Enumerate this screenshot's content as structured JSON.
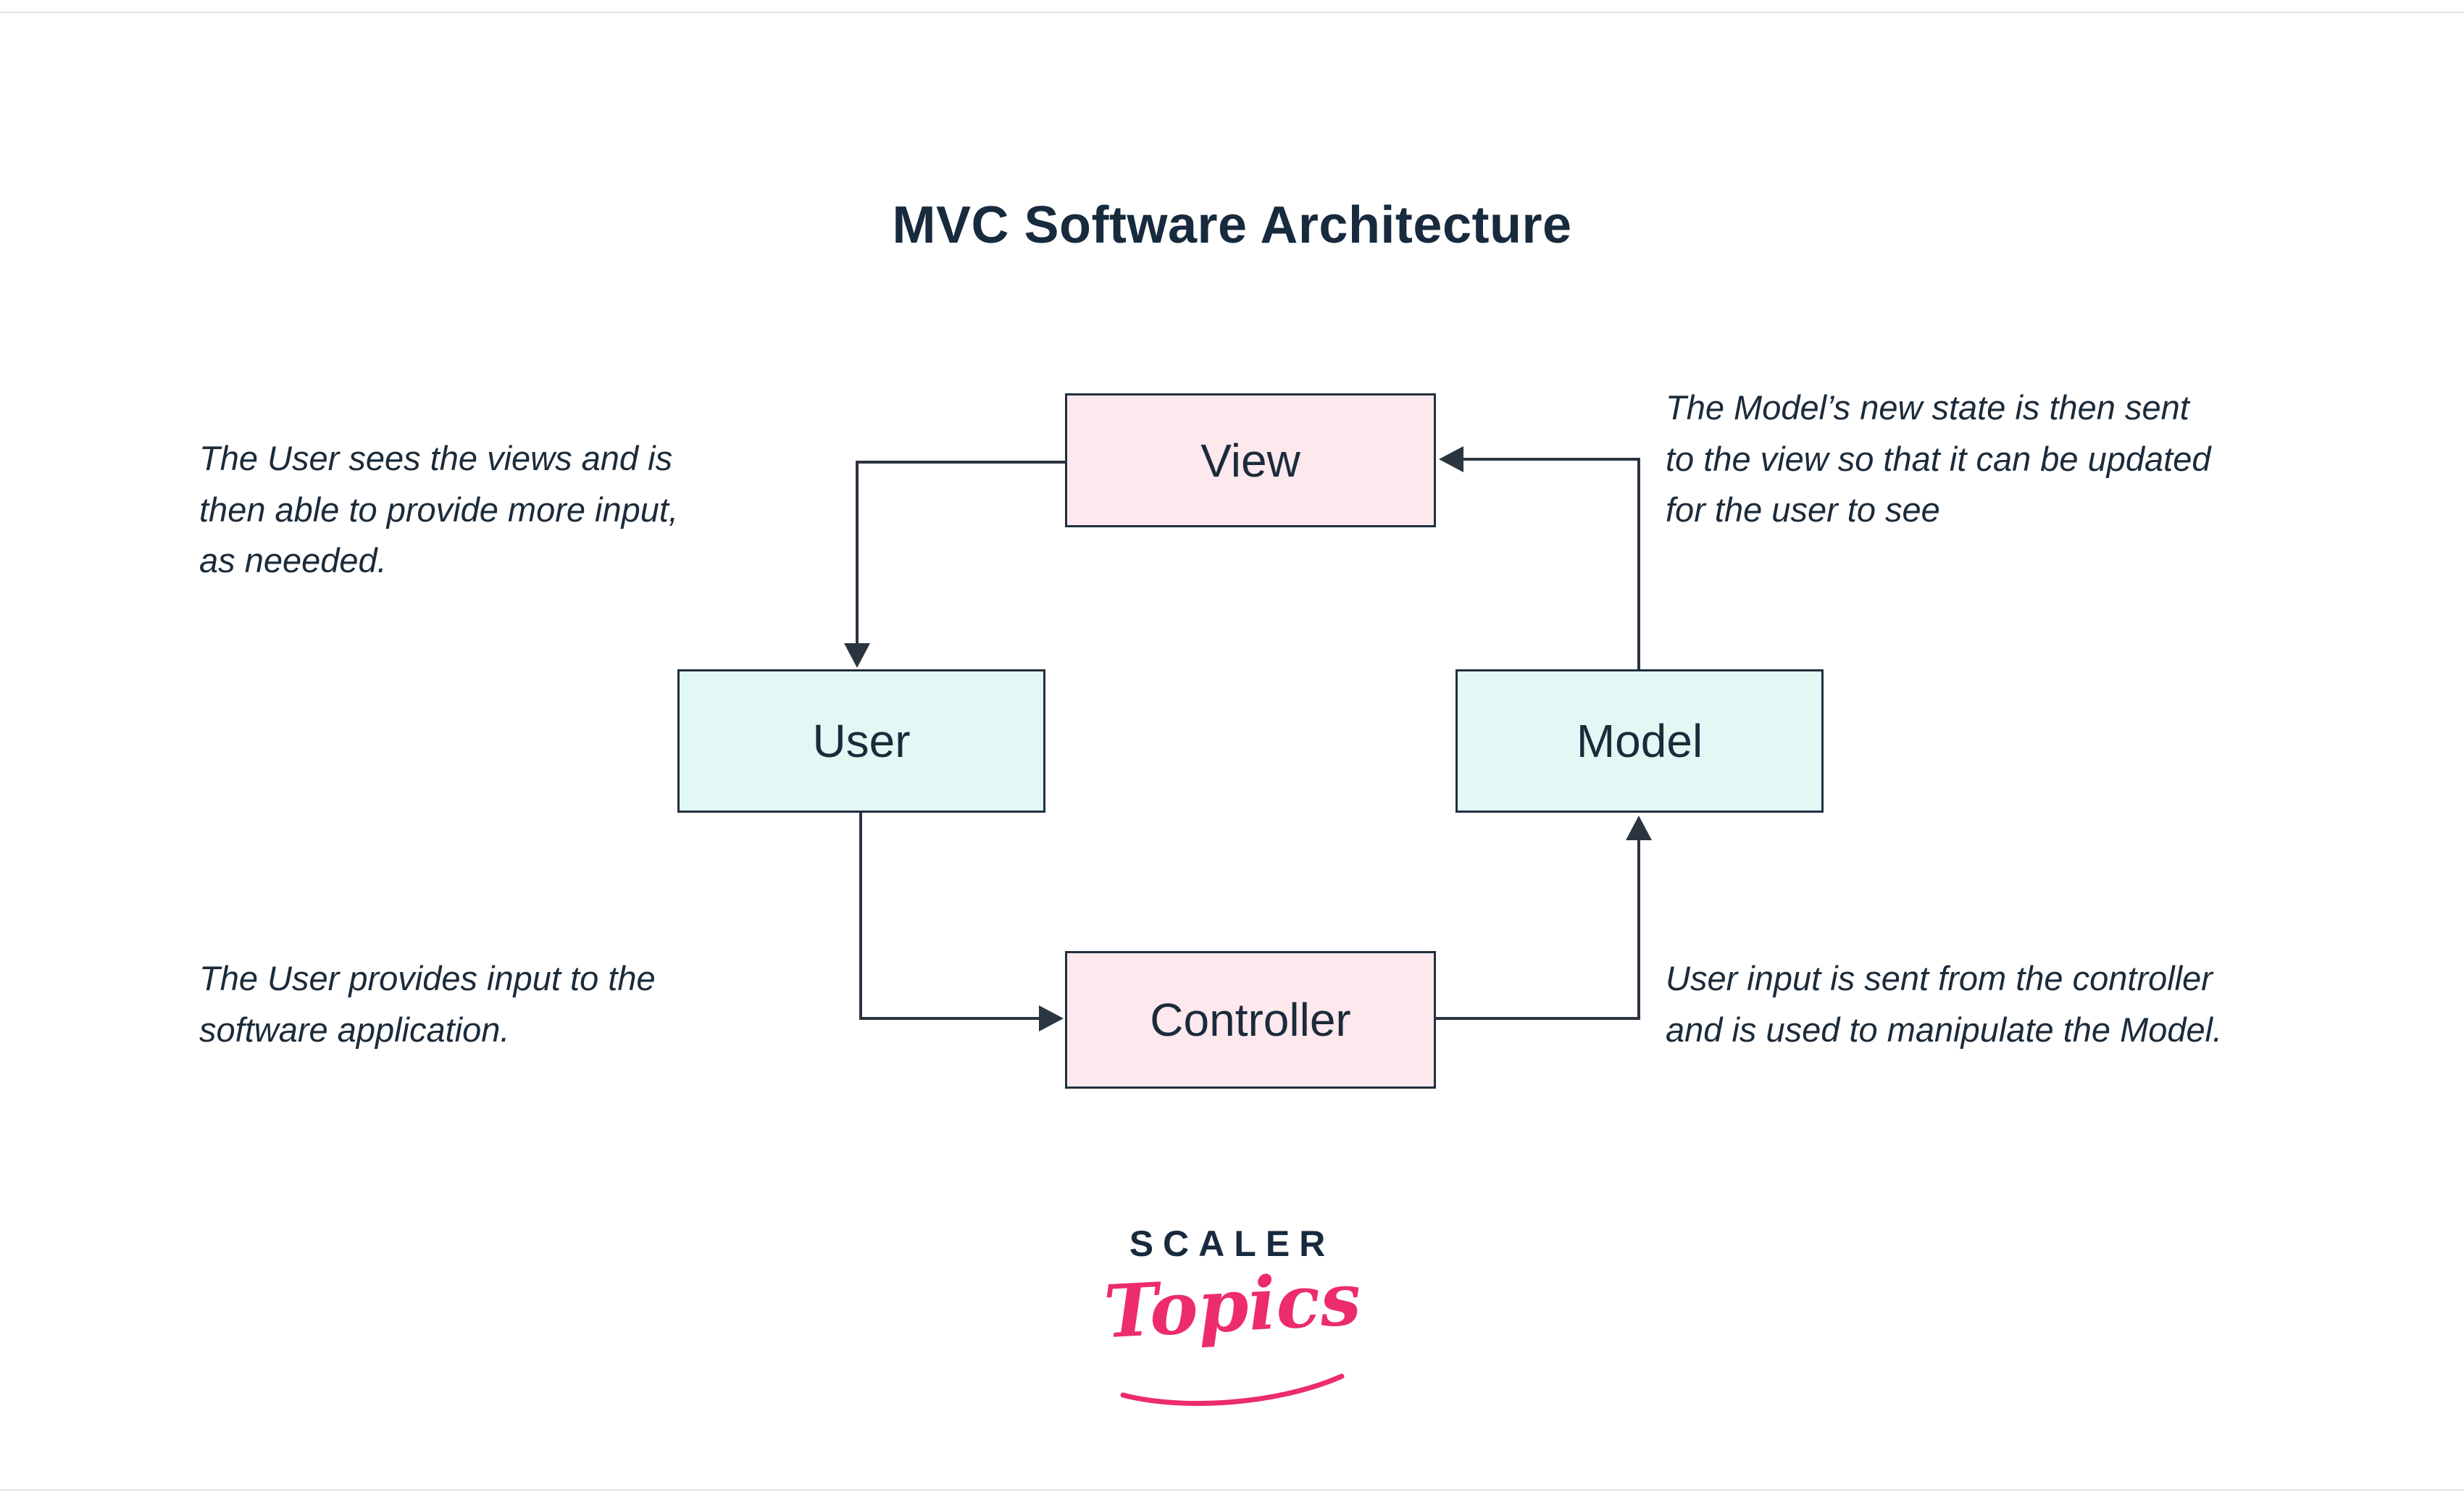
{
  "title": "MVC Software Architecture",
  "nodes": {
    "view": {
      "label": "View"
    },
    "user": {
      "label": "User"
    },
    "model": {
      "label": "Model"
    },
    "controller": {
      "label": "Controller"
    }
  },
  "annotations": {
    "view_to_user": {
      "lines": [
        "The User sees the views and is",
        "then able to provide more input,",
        "as neeeded."
      ]
    },
    "model_to_view": {
      "lines": [
        "The Model’s new state is then sent",
        "to the view so that it can be updated",
        "for the user to see"
      ]
    },
    "user_to_controller": {
      "lines": [
        "The User provides input to the",
        "software application."
      ]
    },
    "controller_to_model": {
      "lines": [
        "User input is sent from the controller",
        "and is used to manipulate the Model."
      ]
    }
  },
  "logo": {
    "brand": "SCALER",
    "wordmark": "Topics"
  },
  "colors": {
    "text": "#1b2b3a",
    "pink_fill": "#fde8ee",
    "cyan_fill": "#e2f8f4",
    "line": "#2b3540",
    "accent_pink": "#ec2c6b"
  }
}
